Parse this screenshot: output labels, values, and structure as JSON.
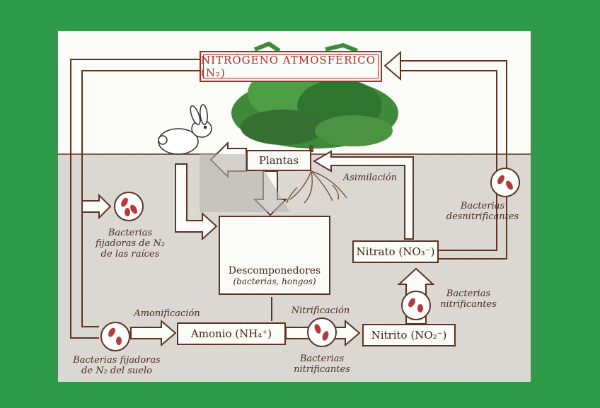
{
  "title": "NITRÓGENO ATMOSFÉRICO (N₂)",
  "nodes": {
    "plantas": "Plantas",
    "descomponedores_line1": "Descomponedores",
    "descomponedores_line2": "(bacterias, hongos)",
    "amonio": "Amonio (NH₄⁺)",
    "nitrito": "Nitrito (NO₂⁻)",
    "nitrato": "Nitrato (NO₃⁻)"
  },
  "labels": {
    "asimilacion": "Asimilación",
    "amonificacion": "Amonificación",
    "nitrificacion": "Nitrificación",
    "raices_line1": "Bacterias",
    "raices_line2": "fijadoras de N₂",
    "raices_line3": "de las raíces",
    "suelo_line1": "Bacterias fijadoras",
    "suelo_line2": "de N₂ del suelo",
    "nitrif_bottom_line1": "Bacterias",
    "nitrif_bottom_line2": "nitrificantes",
    "nitrif_right_line1": "Bacterias",
    "nitrif_right_line2": "nitrificantes",
    "desnitrif_line1": "Bacterias",
    "desnitrif_line2": "desnitrificantes"
  },
  "icons": [
    "rabbit-icon",
    "plant-icon",
    "roots-icon",
    "mushroom-icon",
    "bacteria-icon"
  ],
  "colors": {
    "background": "#2f9a4a",
    "paper": "#fbfbf7",
    "soil": "#d8d5d0",
    "arrow": "#5a3424",
    "title": "#b52622",
    "plant": "#3f8a3a",
    "mushroom": "#c9505a",
    "bacteria": "#b53a3a"
  }
}
